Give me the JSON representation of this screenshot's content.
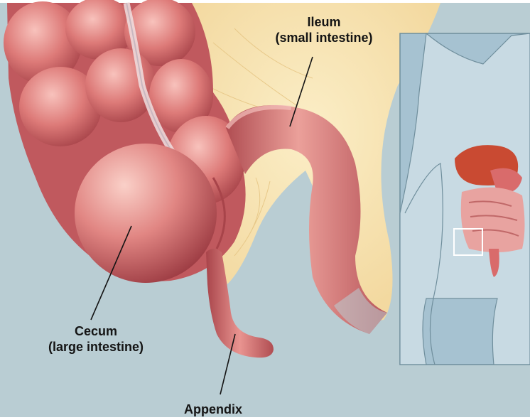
{
  "labels": {
    "ileum_line1": "Ileum",
    "ileum_line2": "(small intestine)",
    "cecum_line1": "Cecum",
    "cecum_line2": "(large intestine)",
    "appendix": "Appendix"
  },
  "colors": {
    "background": "#b9cdd3",
    "mesentery": "#f6e3b0",
    "intestine": "#d96b6b",
    "intestine_light": "#f2a6a0",
    "intestine_dark": "#a8444a",
    "inset_background": "#a6c2d1",
    "inset_body": "#c8dae3",
    "liver": "#c94a32",
    "label_text": "#141414"
  }
}
